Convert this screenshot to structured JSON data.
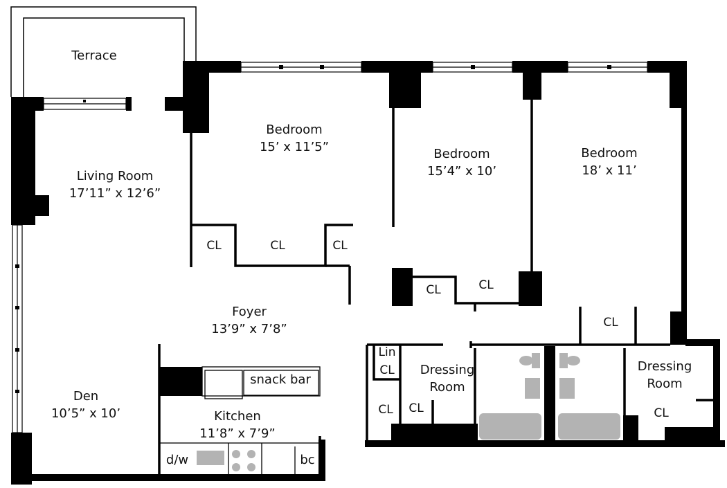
{
  "colors": {
    "wall": "#000000",
    "fixture": "#b3b3b3",
    "background": "#ffffff",
    "text": "#111111"
  },
  "rooms": {
    "terrace": {
      "name": "Terrace"
    },
    "living_room": {
      "name": "Living Room",
      "size": "17’11” x 12’6”"
    },
    "bedroom_1": {
      "name": "Bedroom",
      "size": "15’ x 11’5”"
    },
    "bedroom_2": {
      "name": "Bedroom",
      "size": "15’4” x 10’"
    },
    "bedroom_3": {
      "name": "Bedroom",
      "size": "18’ x 11’"
    },
    "foyer": {
      "name": "Foyer",
      "size": "13’9” x 7’8”"
    },
    "den": {
      "name": "Den",
      "size": "10’5” x 10’"
    },
    "kitchen": {
      "name": "Kitchen",
      "size": "11’8” x 7’9”"
    },
    "dressing_room_1": {
      "line1": "Dressing",
      "line2": "Room"
    },
    "dressing_room_2": {
      "line1": "Dressing",
      "line2": "Room"
    }
  },
  "closets": {
    "cl": "CL",
    "lin_line1": "Lin",
    "lin_line2": "CL"
  },
  "fixtures": {
    "snack_bar": "snack bar",
    "dishwasher": "d/w",
    "broom_closet": "bc"
  }
}
